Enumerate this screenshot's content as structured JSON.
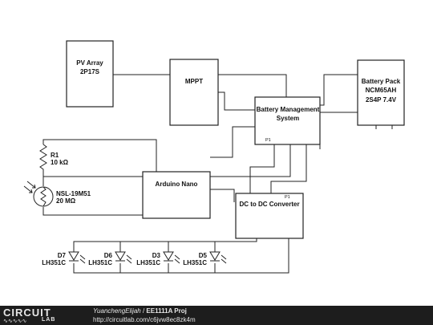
{
  "blocks": {
    "pv": {
      "line1": "PV Array",
      "line2": "2P17S"
    },
    "mppt": {
      "label": "MPPT"
    },
    "bms": {
      "line1": "Battery Management",
      "line2": "System",
      "pin": "P1"
    },
    "battery": {
      "line1": "Battery Pack",
      "line2": "NCM65AH",
      "line3": "2S4P 7.4V"
    },
    "arduino": {
      "label": "Arduino Nano"
    },
    "dcdc": {
      "label": "DC to DC Converter",
      "pin": "P1"
    }
  },
  "components": {
    "r1": {
      "ref": "R1",
      "value": "10 kΩ"
    },
    "ldr": {
      "ref": "NSL-19M51",
      "value": "20 MΩ"
    },
    "leds": [
      {
        "ref": "D7",
        "part": "LH351C"
      },
      {
        "ref": "D6",
        "part": "LH351C"
      },
      {
        "ref": "D3",
        "part": "LH351C"
      },
      {
        "ref": "D5",
        "part": "LH351C"
      }
    ]
  },
  "footer": {
    "logo_top": "CIRCUIT",
    "logo_bottom": "LAB",
    "author": "YuanchengElijah",
    "separator": " / ",
    "project": "EE1111A Proj",
    "url": "http://circuitlab.com/c6jvw8ec8zk4m"
  }
}
